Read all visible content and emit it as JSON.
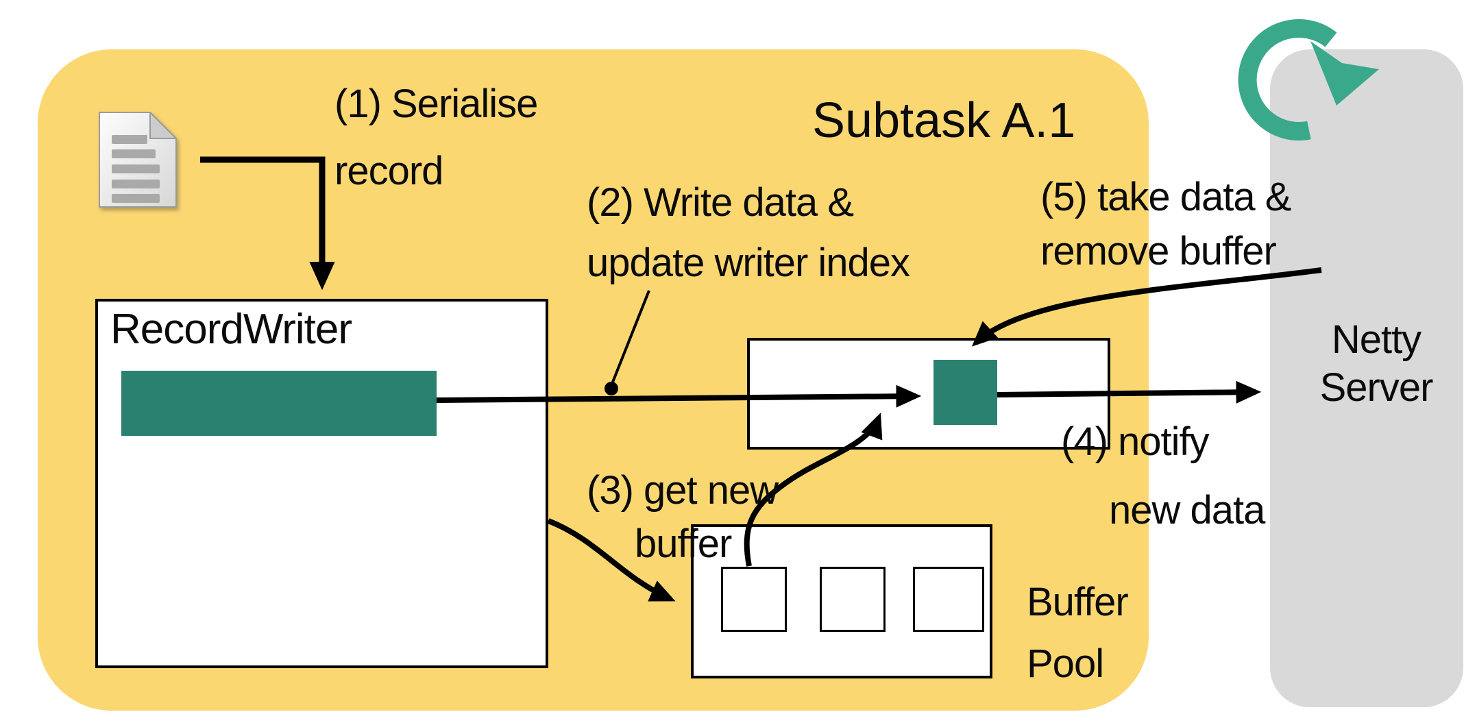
{
  "diagram_title": "Subtask A.1",
  "colors": {
    "yellow": "#FBD772",
    "teal": "#2A8170",
    "teal_arrow": "#3AA98B",
    "gray": "#D9D9D9",
    "line": "#000000"
  },
  "record_writer": {
    "label": "RecordWriter"
  },
  "netty_server": {
    "line1": "Netty",
    "line2": "Server"
  },
  "buffer_pool": {
    "line1": "Buffer",
    "line2": "Pool",
    "slot_count": 3
  },
  "steps": {
    "step1": {
      "line1": "(1) Serialise",
      "line2": "record"
    },
    "step2": {
      "line1": "(2) Write data &",
      "line2": "update writer index"
    },
    "step3": {
      "line1": "(3) get new",
      "line2": "buffer"
    },
    "step4": {
      "line1": "(4) notify",
      "line2": "new data"
    },
    "step5": {
      "line1": "(5) take data &",
      "line2": "remove buffer"
    }
  },
  "icons": {
    "document": "document-icon",
    "cycle": "cycle-arrow-icon"
  }
}
